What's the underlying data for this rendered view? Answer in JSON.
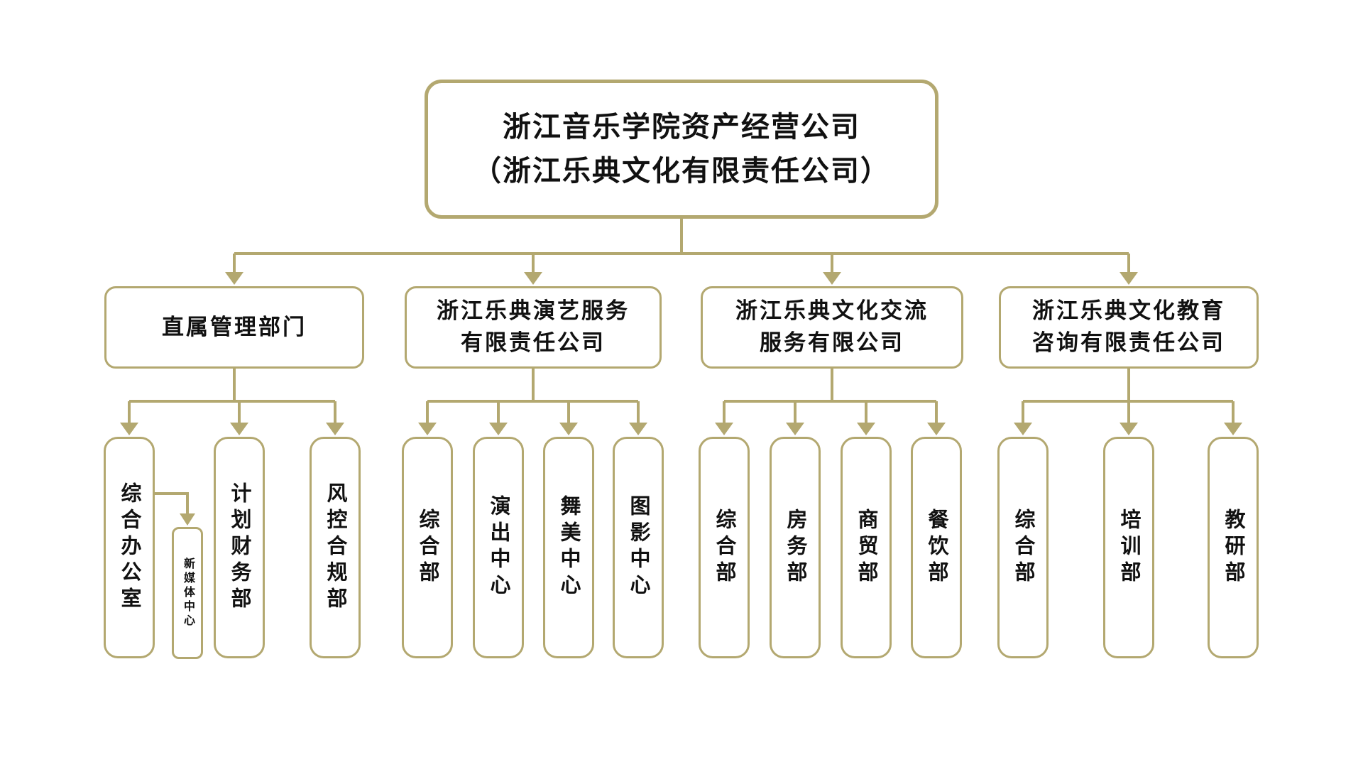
{
  "palette": {
    "line_color": "#b3a870",
    "text_color": "#111111",
    "box_fill": "#ffffff",
    "background": "#ffffff"
  },
  "root_box": {
    "lines": [
      "浙江音乐学院资产经营公司",
      "（浙江乐典文化有限责任公司）"
    ]
  },
  "groups": [
    {
      "title_lines": [
        "直属管理部门"
      ],
      "children": [
        "综合办公室",
        "计划财务部",
        "风控合规部"
      ],
      "attached_child": "新媒体中心"
    },
    {
      "title_lines": [
        "浙江乐典演艺服务",
        "有限责任公司"
      ],
      "children": [
        "综合部",
        "演出中心",
        "舞美中心",
        "图影中心"
      ]
    },
    {
      "title_lines": [
        "浙江乐典文化交流",
        "服务有限公司"
      ],
      "children": [
        "综合部",
        "房务部",
        "商贸部",
        "餐饮部"
      ]
    },
    {
      "title_lines": [
        "浙江乐典文化教育",
        "咨询有限责任公司"
      ],
      "children": [
        "综合部",
        "培训部",
        "教研部"
      ]
    }
  ]
}
